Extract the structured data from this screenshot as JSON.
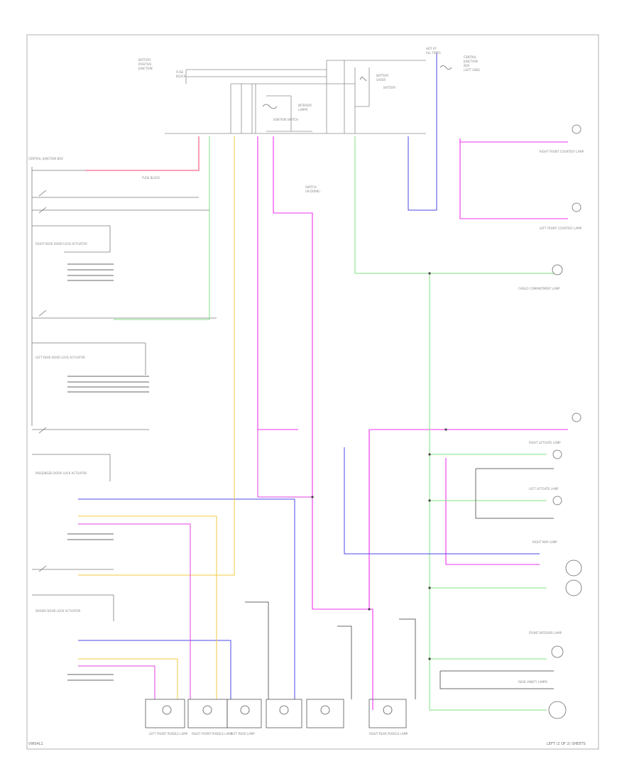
{
  "wire_colors": {
    "pink": "#ee33ee",
    "magenta": "#e040e0",
    "green": "#7fe07f",
    "light_green": "#9fe89f",
    "blue": "#4848e8",
    "light_blue": "#9a9af0",
    "yellow": "#f2c840",
    "red": "#f04070",
    "gray": "#6a6a6a",
    "light_gray": "#c8c8c8"
  },
  "diagram": {
    "page_code": "VWS4L1",
    "sheet_footer": "LEFT (2 OF 2) SHEETS"
  },
  "labels": [
    {
      "id": "central-junction",
      "text": "CENTRAL JUNCTION BOX"
    },
    {
      "id": "fuse-block",
      "text": "FUSE BLOCK"
    },
    {
      "id": "battery",
      "text": "BATTERY"
    },
    {
      "id": "ignition-switch",
      "text": "IGNITION SWITCH"
    },
    {
      "id": "right-front-courtesy-lamp",
      "text": "RIGHT FRONT COURTESY LAMP"
    },
    {
      "id": "left-front-courtesy-lamp",
      "text": "LEFT FRONT COURTESY LAMP"
    },
    {
      "id": "cargo-compartment-lamp",
      "text": "CARGO COMPARTMENT LAMP"
    },
    {
      "id": "right-rear-door-lock",
      "text": "RIGHT REAR DOOR LOCK ACTUATOR"
    },
    {
      "id": "left-rear-door-lock",
      "text": "LEFT REAR DOOR LOCK ACTUATOR"
    },
    {
      "id": "passenger-door",
      "text": "PASSENGER DOOR LOCK ACTUATOR"
    },
    {
      "id": "driver-door",
      "text": "DRIVER DOOR LOCK ACTUATOR"
    },
    {
      "id": "right-liftgate-lamp",
      "text": "RIGHT LIFTGATE LAMP"
    },
    {
      "id": "left-liftgate-lamp",
      "text": "LEFT LIFTGATE LAMP"
    },
    {
      "id": "right-map-lamp",
      "text": "RIGHT MAP LAMP"
    },
    {
      "id": "front-interior-lamp",
      "text": "FRONT INTERIOR LAMP"
    },
    {
      "id": "rear-vanity-lamp",
      "text": "REAR VANITY LAMPS"
    },
    {
      "id": "left-front-puddle",
      "text": "LEFT FRONT PUDDLE LAMP"
    },
    {
      "id": "right-front-puddle",
      "text": "RIGHT FRONT PUDDLE LAMP"
    },
    {
      "id": "left-rear-lamp",
      "text": "LEFT REAR LAMP"
    },
    {
      "id": "right-rear-puddle",
      "text": "RIGHT REAR PUDDLE LAMP"
    }
  ]
}
